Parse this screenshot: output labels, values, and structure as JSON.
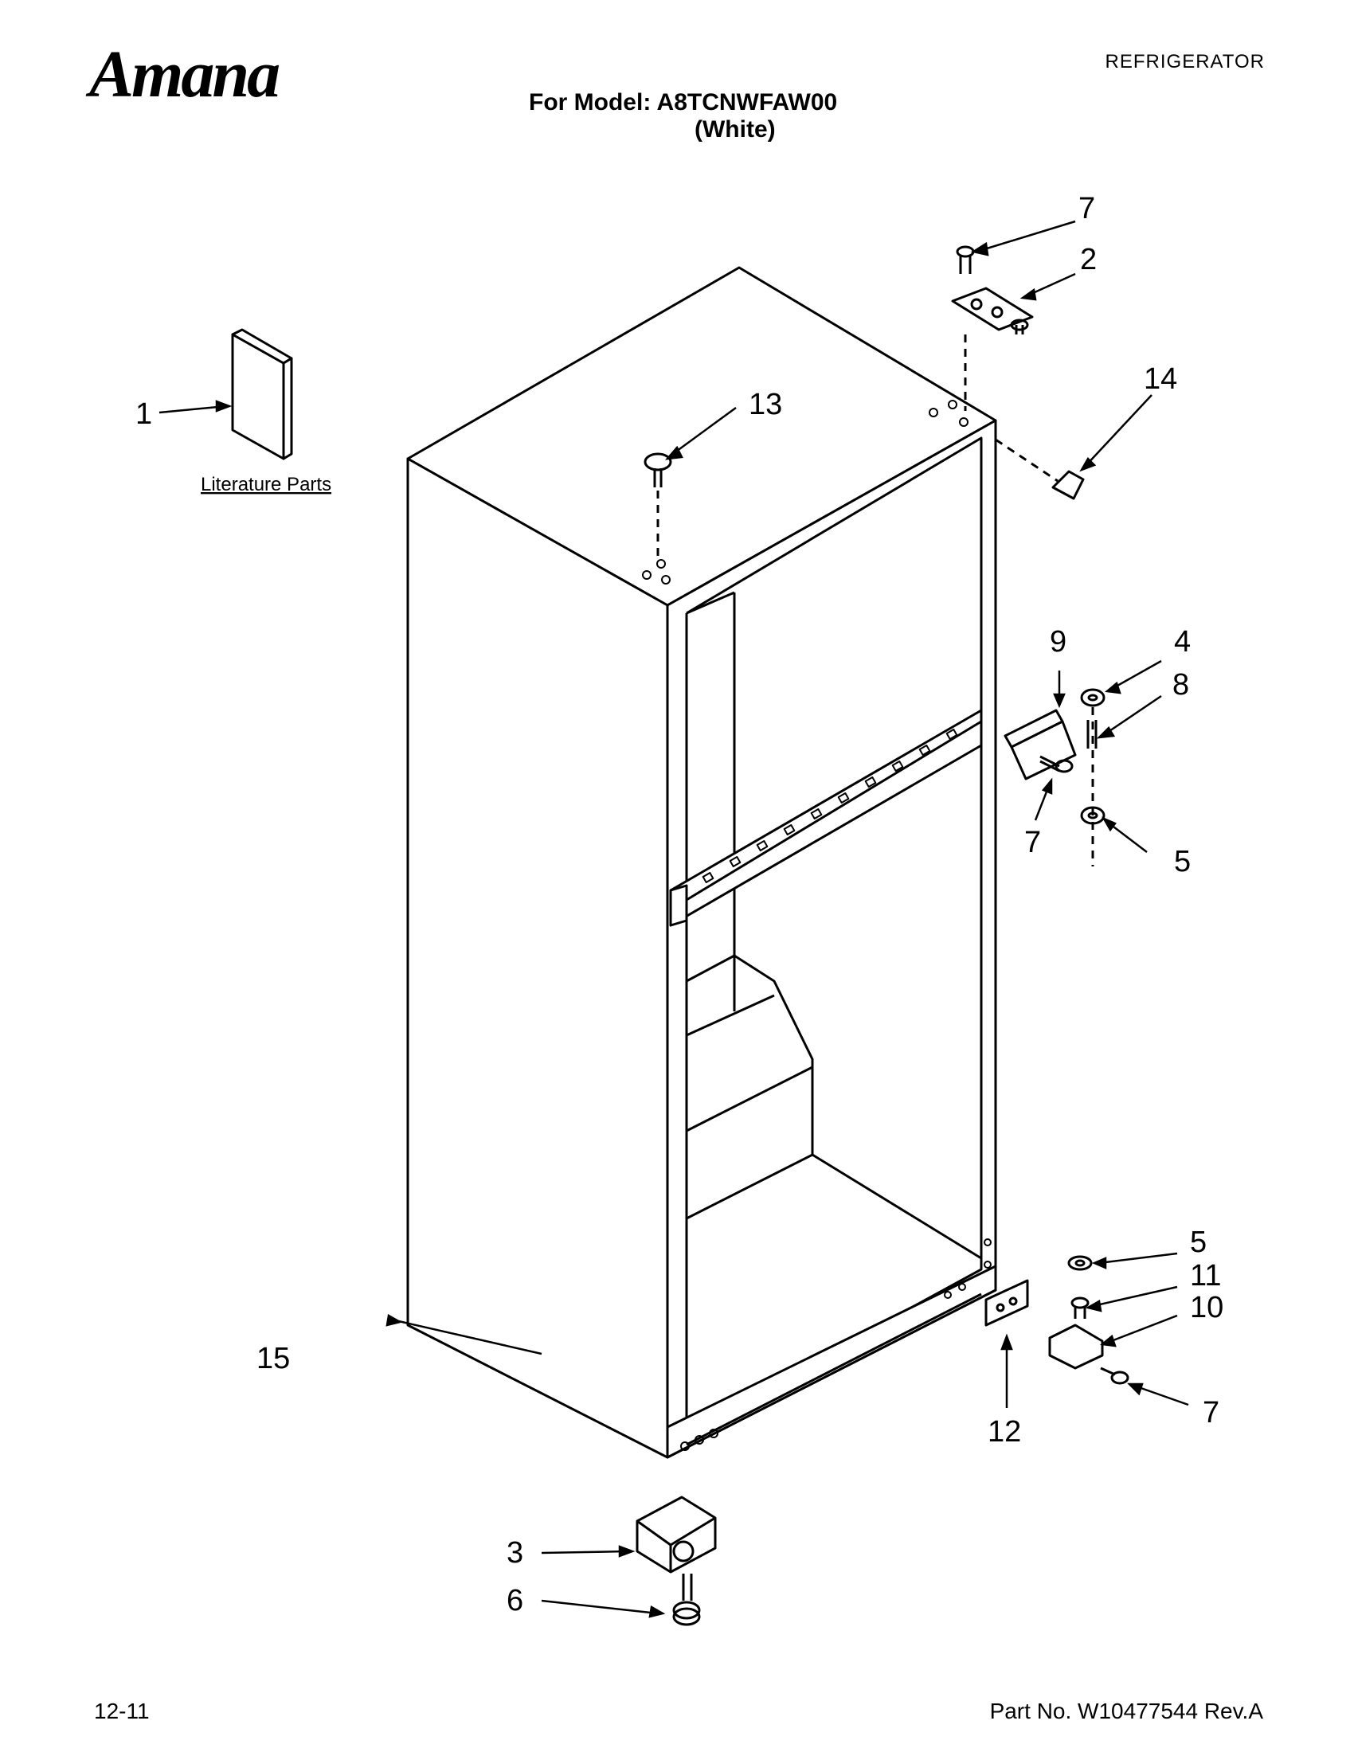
{
  "header": {
    "brand": "Amana",
    "category": "REFRIGERATOR",
    "model_line": "For Model: A8TCNWFAW00",
    "color_line": "(White)"
  },
  "diagram": {
    "literature_label": "Literature Parts",
    "callouts": {
      "c1": "1",
      "c2": "2",
      "c3": "3",
      "c4": "4",
      "c5a": "5",
      "c5b": "5",
      "c6": "6",
      "c7a": "7",
      "c7b": "7",
      "c7c": "7",
      "c8": "8",
      "c9": "9",
      "c10": "10",
      "c11": "11",
      "c12": "12",
      "c13": "13",
      "c14": "14",
      "c15": "15"
    }
  },
  "footer": {
    "date": "12-11",
    "part_number": "Part No. W10477544 Rev.A"
  }
}
